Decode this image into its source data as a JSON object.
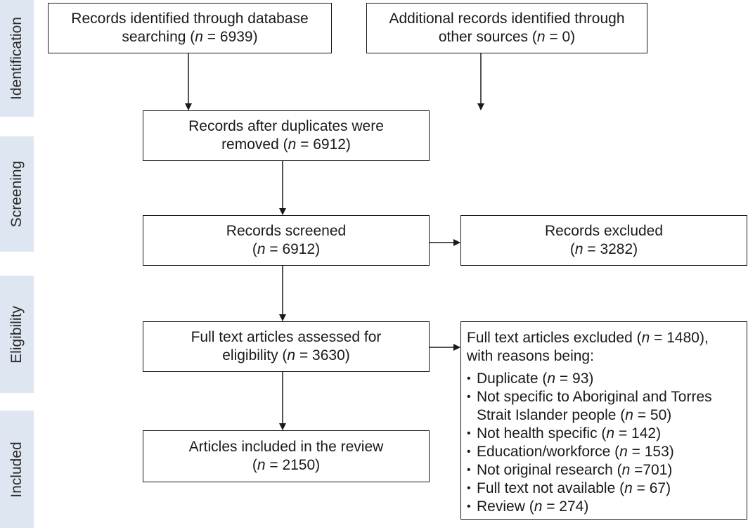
{
  "stages": {
    "identification": "Identification",
    "screening": "Screening",
    "eligibility": "Eligibility",
    "included": "Included"
  },
  "boxes": {
    "database_search": {
      "line1": "Records identified through database",
      "line2_pre": "searching (",
      "n_symbol": "n",
      "line2_post": " = 6939)"
    },
    "other_sources": {
      "line1": "Additional records identified through",
      "line2_pre": "other sources (",
      "n_symbol": "n",
      "line2_post": " = 0)"
    },
    "after_duplicates": {
      "line1": "Records after duplicates were",
      "line2_pre": "removed (",
      "n_symbol": "n",
      "line2_post": " = 6912)"
    },
    "screened": {
      "line1": "Records screened",
      "line2_pre": "(",
      "n_symbol": "n",
      "line2_post": " = 6912)"
    },
    "excluded": {
      "line1": "Records excluded",
      "line2_pre": "(",
      "n_symbol": "n",
      "line2_post": " = 3282)"
    },
    "assessed": {
      "line1": "Full text articles assessed for",
      "line2_pre": "eligibility (",
      "n_symbol": "n",
      "line2_post": " = 3630)"
    },
    "included": {
      "line1": "Articles included in the review",
      "line2_pre": "(",
      "n_symbol": "n",
      "line2_post": " = 2150)"
    },
    "fulltext_excluded": {
      "line1_pre": "Full text articles excluded (",
      "n_symbol": "n",
      "line1_post": " = 1480),",
      "line2": "with reasons being:",
      "reasons": [
        {
          "pre": "Duplicate (",
          "n": "n",
          "post": " = 93)"
        },
        {
          "pre": "Not specific to Aboriginal and Torres",
          "n": "",
          "post": ""
        },
        {
          "pre": "Strait Islander people (",
          "n": "n",
          "post": " = 50)"
        },
        {
          "pre": "Not health specific (",
          "n": "n",
          "post": " = 142)"
        },
        {
          "pre": "Education/workforce (",
          "n": "n",
          "post": " = 153)"
        },
        {
          "pre": "Not original research (",
          "n": "n",
          "post": " =701)"
        },
        {
          "pre": "Full text not available (",
          "n": "n",
          "post": " = 67)"
        },
        {
          "pre": "Review (",
          "n": "n",
          "post": " = 274)"
        }
      ]
    }
  }
}
